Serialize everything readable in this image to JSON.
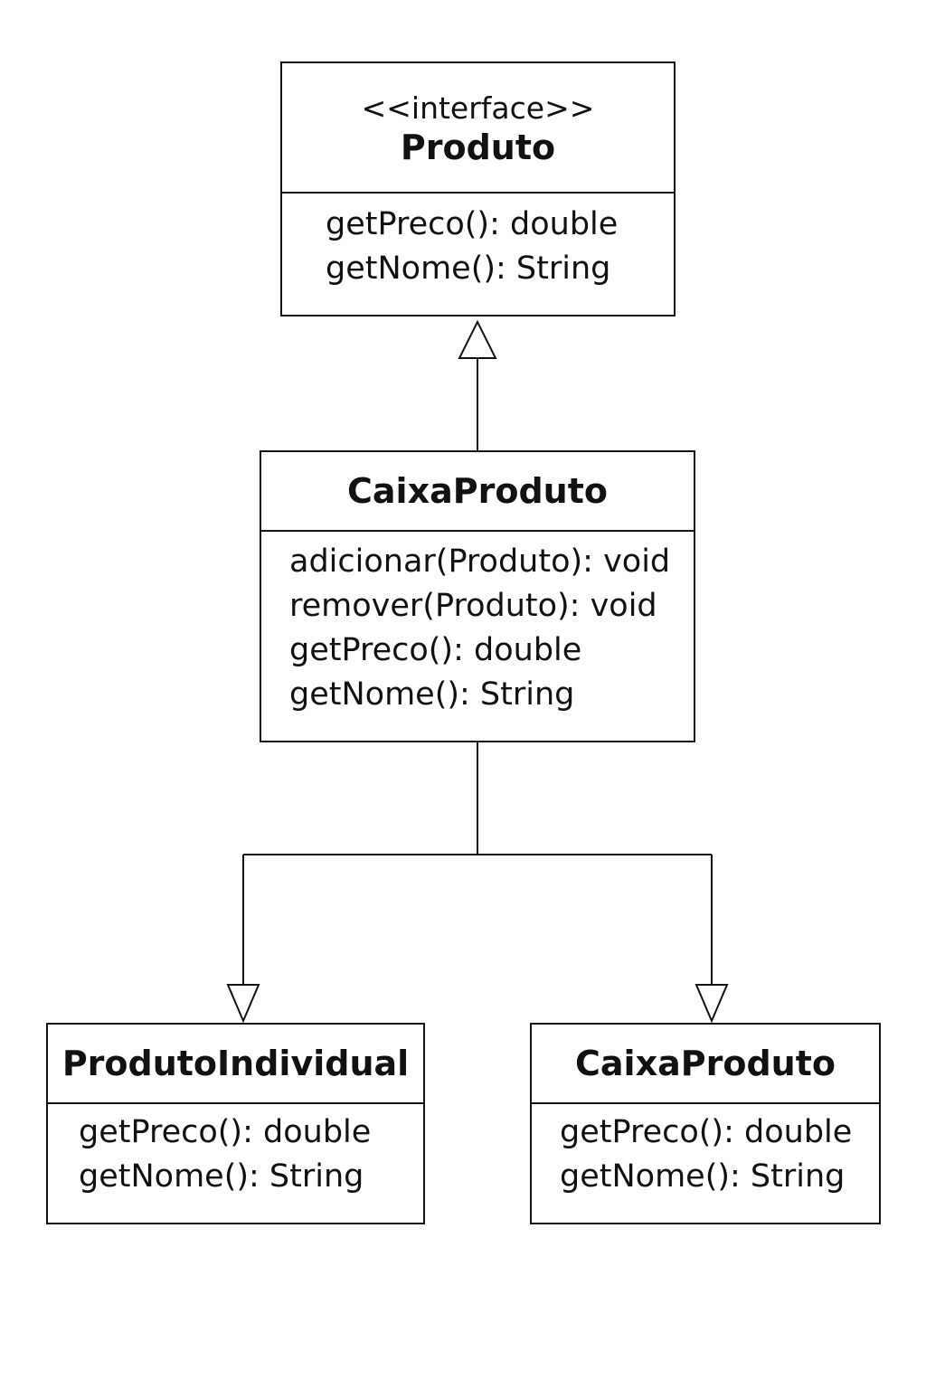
{
  "classes": {
    "produto": {
      "stereotype": "<<interface>>",
      "name": "Produto",
      "operations": [
        "getPreco(): double",
        "getNome(): String"
      ]
    },
    "caixa_produto": {
      "name": "CaixaProduto",
      "operations": [
        "adicionar(Produto): void",
        "remover(Produto): void",
        "getPreco(): double",
        "getNome(): String"
      ]
    },
    "produto_individual": {
      "name": "ProdutoIndividual",
      "operations": [
        "getPreco(): double",
        "getNome(): String"
      ]
    },
    "caixa_produto_child": {
      "name": "CaixaProduto",
      "operations": [
        "getPreco(): double",
        "getNome(): String"
      ]
    }
  },
  "relations": [
    {
      "type": "realization",
      "from": "CaixaProduto",
      "to": "Produto"
    },
    {
      "type": "generalization",
      "from": "CaixaProduto",
      "to": "ProdutoIndividual"
    },
    {
      "type": "generalization",
      "from": "CaixaProduto",
      "to": "CaixaProduto"
    }
  ],
  "colors": {
    "line": "#111111",
    "background": "#ffffff"
  }
}
